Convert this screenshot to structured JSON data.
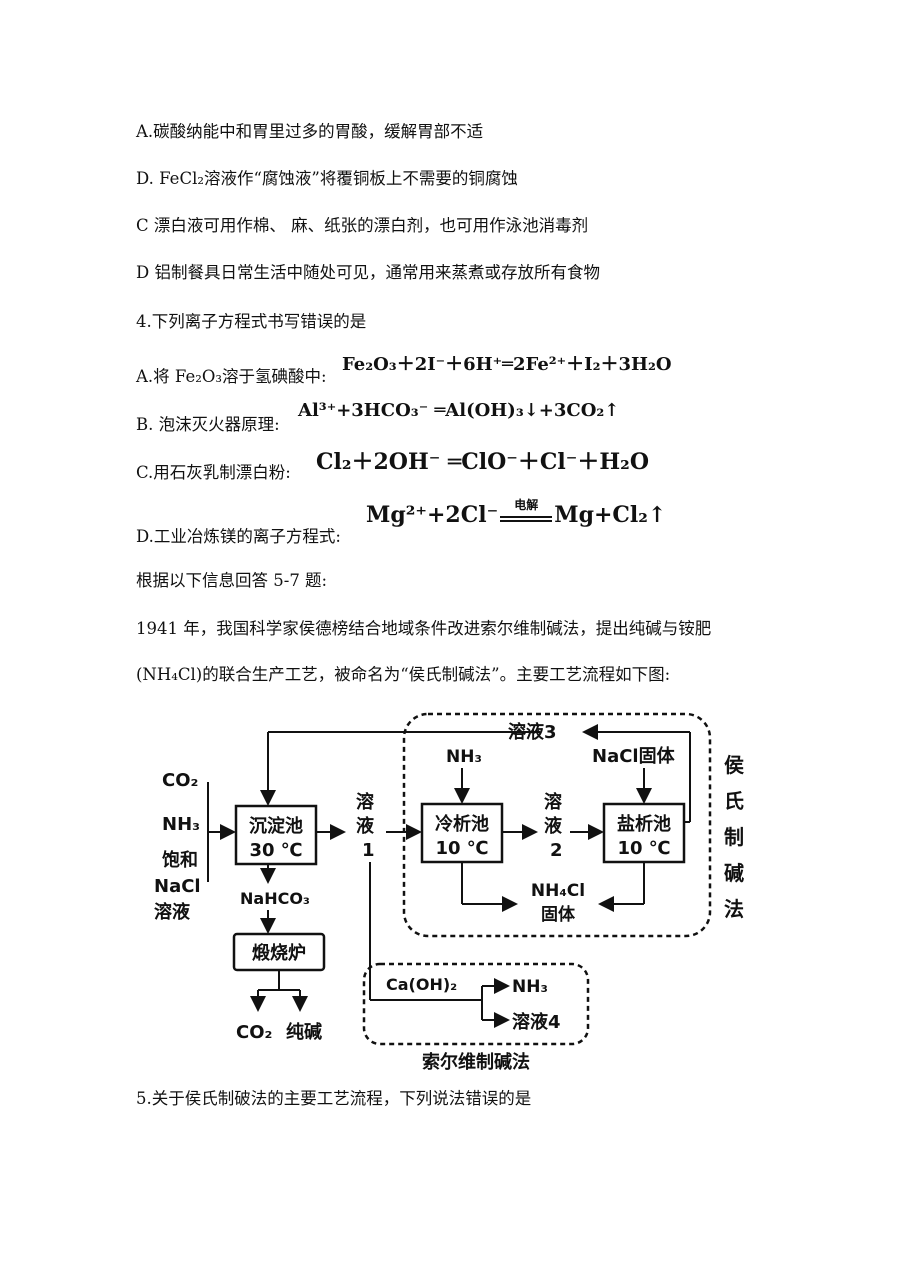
{
  "options_q3": [
    "A.碳酸纳能中和胃里过多的胃酸，缓解胃部不适",
    "D. FeCl₂溶液作“腐蚀液”将覆铜板上不需要的铜腐蚀",
    "C 漂白液可用作棉、 麻、纸张的漂白剂，也可用作泳池消毒剂",
    "D 铝制餐具日常生活中随处可见，通常用来蒸煮或存放所有食物"
  ],
  "q4": {
    "stem": "4.下列离子方程式书写错误的是",
    "options": [
      {
        "label": "A.将 Fe₂O₃溶于氢碘酸中:",
        "equation": "Fe₂O₃＋2I⁻＋6H⁺═2Fe²⁺＋I₂＋3H₂O"
      },
      {
        "label": "B. 泡沫灭火器原理:",
        "equation": "Al³⁺+3HCO₃⁻ ═Al(OH)₃↓+3CO₂↑"
      },
      {
        "label": "C.用石灰乳制漂白粉:",
        "equation": "Cl₂＋2OH⁻ ═ClO⁻＋Cl⁻＋H₂O"
      },
      {
        "label": "D.工业冶炼镁的离子方程式:",
        "equation_left": "Mg²⁺+2Cl⁻",
        "equation_condition": "电解",
        "equation_right": "Mg+Cl₂↑"
      }
    ]
  },
  "info_intro": "根据以下信息回答 5-7 题:",
  "paragraph": [
    "1941  年，我国科学家侯德榜结合地域条件改进索尔维制碱法，提出纯碱与铵肥",
    "(NH₄Cl)的联合生产工艺，被命名为“侯氏制碱法”。主要工艺流程如下图:"
  ],
  "diagram": {
    "inputs": [
      "CO₂",
      "NH₃",
      "饱和",
      "NaCl",
      "溶液"
    ],
    "box_chenDian": [
      "沉淀池",
      "30 ℃"
    ],
    "solution1": [
      "溶",
      "液",
      "1"
    ],
    "box_lengXi": [
      "冷析池",
      "10 ℃"
    ],
    "solution2": [
      "溶",
      "液",
      "2"
    ],
    "box_yanXi": [
      "盐析池",
      "10 ℃"
    ],
    "nh3_input": "NH₃",
    "nacl_input": "NaCl固体",
    "solution3": "溶液3",
    "nh4cl_product": [
      "NH₄Cl",
      "固体"
    ],
    "nahco3": "NaHCO₃",
    "box_furnace": "煅烧炉",
    "furnace_products": [
      "CO₂",
      "纯碱"
    ],
    "caoh2": "Ca(OH)₂",
    "solvay_nh3": "NH₃",
    "solution4": "溶液4",
    "hou_label": [
      "侯",
      "氏",
      "制",
      "碱",
      "法"
    ],
    "solvay_label": "索尔维制碱法"
  },
  "q5_stem": "5.关于侯氏制破法的主要工艺流程，下列说法错误的是"
}
